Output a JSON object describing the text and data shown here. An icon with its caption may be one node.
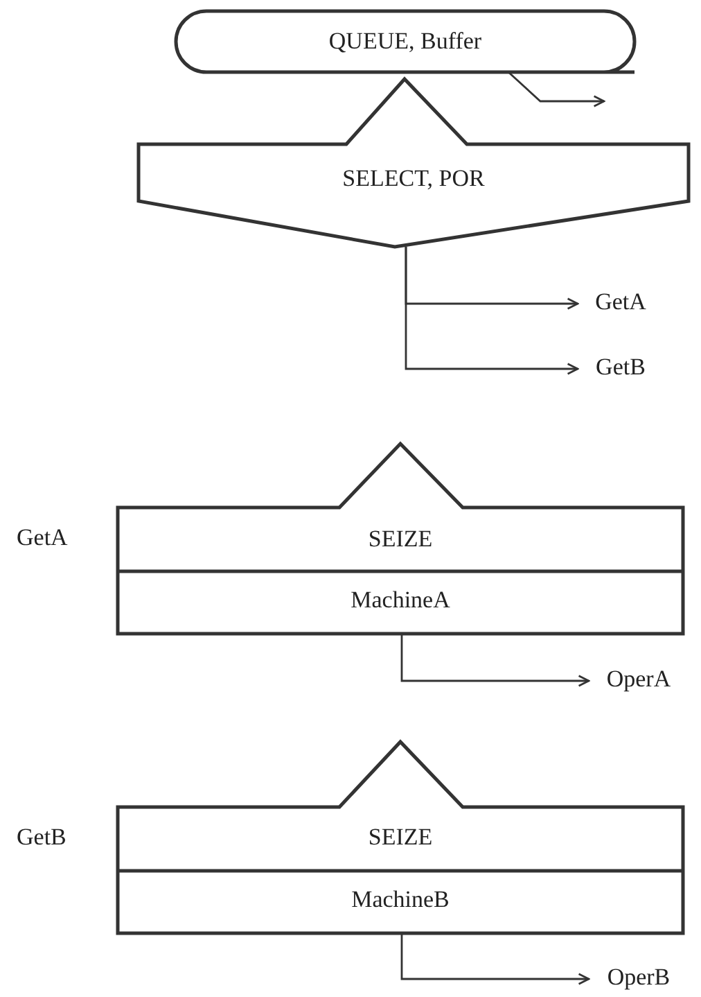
{
  "diagram": {
    "nodes": [
      {
        "text": [
          "QUEUE, Buffer"
        ]
      },
      {
        "text": [
          "SELECT, POR"
        ]
      },
      {
        "text": [
          "GetA"
        ]
      },
      {
        "text": [
          "GetB"
        ]
      },
      {
        "text": [
          "SEIZE",
          "MachineA"
        ],
        "beside": [
          "GetA"
        ]
      },
      {
        "text": [
          "OperA"
        ]
      },
      {
        "text": [
          "SEIZE",
          "MachineB"
        ],
        "beside": [
          "GetB"
        ]
      },
      {
        "text": [
          "OperB"
        ]
      }
    ],
    "edges": [
      {
        "from": 0,
        "to": null,
        "arrow": "to"
      },
      {
        "from": 1,
        "to": 2,
        "arrow": "to"
      },
      {
        "from": 1,
        "to": 3,
        "arrow": "to"
      },
      {
        "from": 4,
        "to": 5,
        "arrow": "to"
      },
      {
        "from": 6,
        "to": 7,
        "arrow": "to"
      }
    ]
  }
}
